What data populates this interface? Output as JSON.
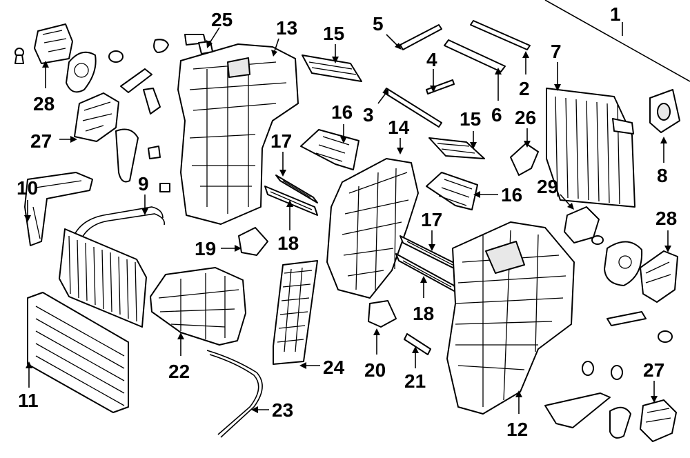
{
  "diagram": {
    "type": "exploded-parts-diagram",
    "callouts": [
      {
        "id": "c1",
        "label": "1"
      },
      {
        "id": "c2",
        "label": "2"
      },
      {
        "id": "c3",
        "label": "3"
      },
      {
        "id": "c4",
        "label": "4"
      },
      {
        "id": "c5",
        "label": "5"
      },
      {
        "id": "c6",
        "label": "6"
      },
      {
        "id": "c7",
        "label": "7"
      },
      {
        "id": "c8",
        "label": "8"
      },
      {
        "id": "c9",
        "label": "9"
      },
      {
        "id": "c10",
        "label": "10"
      },
      {
        "id": "c11",
        "label": "11"
      },
      {
        "id": "c12",
        "label": "12"
      },
      {
        "id": "c13",
        "label": "13"
      },
      {
        "id": "c14",
        "label": "14"
      },
      {
        "id": "c15a",
        "label": "15"
      },
      {
        "id": "c15b",
        "label": "15"
      },
      {
        "id": "c16a",
        "label": "16"
      },
      {
        "id": "c16b",
        "label": "16"
      },
      {
        "id": "c17a",
        "label": "17"
      },
      {
        "id": "c17b",
        "label": "17"
      },
      {
        "id": "c18a",
        "label": "18"
      },
      {
        "id": "c18b",
        "label": "18"
      },
      {
        "id": "c19",
        "label": "19"
      },
      {
        "id": "c20",
        "label": "20"
      },
      {
        "id": "c21",
        "label": "21"
      },
      {
        "id": "c22",
        "label": "22"
      },
      {
        "id": "c23",
        "label": "23"
      },
      {
        "id": "c24",
        "label": "24"
      },
      {
        "id": "c25",
        "label": "25"
      },
      {
        "id": "c26",
        "label": "26"
      },
      {
        "id": "c27a",
        "label": "27"
      },
      {
        "id": "c27b",
        "label": "27"
      },
      {
        "id": "c28a",
        "label": "28"
      },
      {
        "id": "c28b",
        "label": "28"
      },
      {
        "id": "c29",
        "label": "29"
      }
    ]
  }
}
